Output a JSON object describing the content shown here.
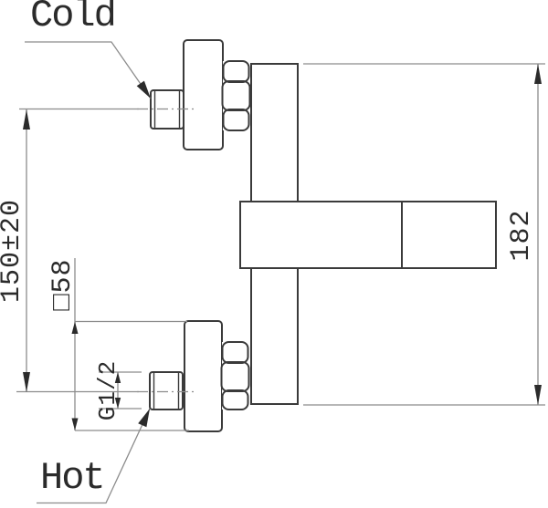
{
  "labels": {
    "cold": "Cold",
    "hot": "Hot"
  },
  "dims": {
    "center_distance": "150±20",
    "plate_size": "□58",
    "thread": "G1/2",
    "height": "182"
  },
  "icons": {
    "dimension_arrows": "filled-triangle-arrowheads",
    "centerline_style": "dash-dot"
  },
  "colors": {
    "part_line": "#3a3a3a",
    "thin_line": "#8c8c8c",
    "arrow": "#2b2b2b",
    "text": "#2b2b2b",
    "background": "#ffffff"
  }
}
